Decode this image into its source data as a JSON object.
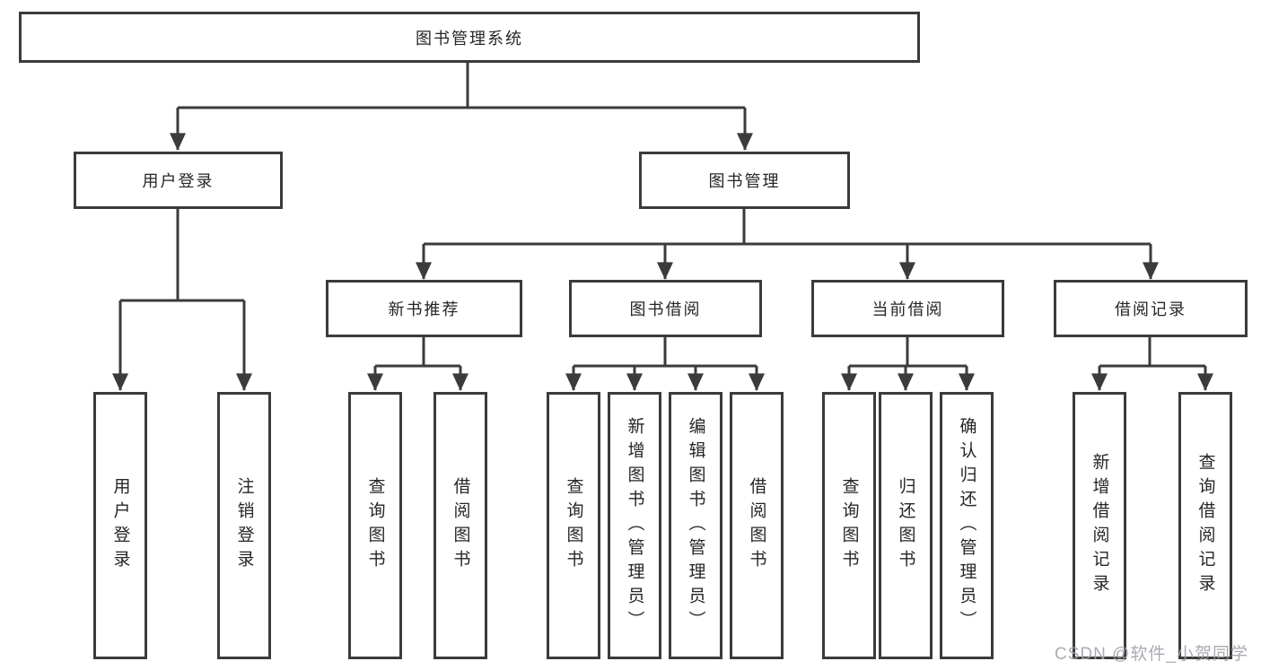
{
  "tree": {
    "root": {
      "label": "图书管理系统",
      "children": [
        {
          "label": "用户登录",
          "children": [
            {
              "label": "用户登录"
            },
            {
              "label": "注销登录"
            }
          ]
        },
        {
          "label": "图书管理",
          "children": [
            {
              "label": "新书推荐",
              "children": [
                {
                  "label": "查询图书"
                },
                {
                  "label": "借阅图书"
                }
              ]
            },
            {
              "label": "图书借阅",
              "children": [
                {
                  "label": "查询图书"
                },
                {
                  "label": "新增图书（管理员）"
                },
                {
                  "label": "编辑图书（管理员）"
                },
                {
                  "label": "借阅图书"
                }
              ]
            },
            {
              "label": "当前借阅",
              "children": [
                {
                  "label": "查询图书"
                },
                {
                  "label": "归还图书"
                },
                {
                  "label": "确认归还（管理员）"
                }
              ]
            },
            {
              "label": "借阅记录",
              "children": [
                {
                  "label": "新增借阅记录"
                },
                {
                  "label": "查询借阅记录"
                }
              ]
            }
          ]
        }
      ]
    }
  },
  "watermark": {
    "text": "CSDN @软件_小贺同学"
  },
  "colors": {
    "line": "#3b3b3b",
    "text": "#262626",
    "watermark": "#9ea2a8",
    "background": "#ffffff"
  }
}
